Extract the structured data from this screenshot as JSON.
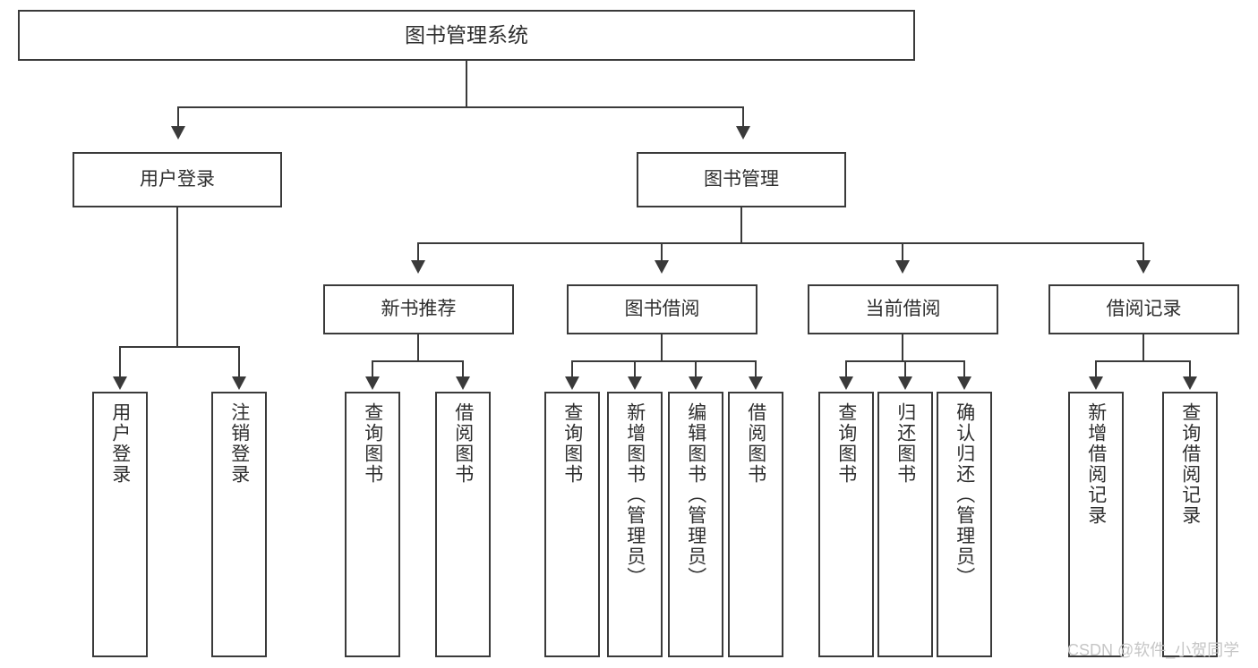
{
  "diagram": {
    "title": "图书管理系统",
    "type": "tree",
    "root": {
      "id": "root",
      "label": "图书管理系统",
      "orientation": "horizontal"
    },
    "level1": [
      {
        "id": "user-login",
        "label": "用户登录",
        "orientation": "horizontal"
      },
      {
        "id": "book-management",
        "label": "图书管理",
        "orientation": "horizontal"
      }
    ],
    "level2": [
      {
        "id": "new-book-recommend",
        "label": "新书推荐",
        "parent": "book-management",
        "orientation": "horizontal"
      },
      {
        "id": "book-borrow",
        "label": "图书借阅",
        "parent": "book-management",
        "orientation": "horizontal"
      },
      {
        "id": "current-borrow",
        "label": "当前借阅",
        "parent": "book-management",
        "orientation": "horizontal"
      },
      {
        "id": "borrow-record",
        "label": "借阅记录",
        "parent": "book-management",
        "orientation": "horizontal"
      }
    ],
    "leaves": [
      {
        "id": "leaf-user-login",
        "label": "用户登录",
        "parent": "user-login",
        "orientation": "vertical"
      },
      {
        "id": "leaf-user-logout",
        "label": "注销登录",
        "parent": "user-login",
        "orientation": "vertical"
      },
      {
        "id": "leaf-query-book-1",
        "label": "查询图书",
        "parent": "new-book-recommend",
        "orientation": "vertical"
      },
      {
        "id": "leaf-borrow-book-1",
        "label": "借阅图书",
        "parent": "new-book-recommend",
        "orientation": "vertical"
      },
      {
        "id": "leaf-query-book-2",
        "label": "查询图书",
        "parent": "book-borrow",
        "orientation": "vertical"
      },
      {
        "id": "leaf-add-book",
        "label": "新增图书（管理员）",
        "parent": "book-borrow",
        "orientation": "vertical"
      },
      {
        "id": "leaf-edit-book",
        "label": "编辑图书（管理员）",
        "parent": "book-borrow",
        "orientation": "vertical"
      },
      {
        "id": "leaf-borrow-book-2",
        "label": "借阅图书",
        "parent": "book-borrow",
        "orientation": "vertical"
      },
      {
        "id": "leaf-query-book-3",
        "label": "查询图书",
        "parent": "current-borrow",
        "orientation": "vertical"
      },
      {
        "id": "leaf-return-book",
        "label": "归还图书",
        "parent": "current-borrow",
        "orientation": "vertical"
      },
      {
        "id": "leaf-confirm-return",
        "label": "确认归还（管理员）",
        "parent": "current-borrow",
        "orientation": "vertical"
      },
      {
        "id": "leaf-add-borrow-record",
        "label": "新增借阅记录",
        "parent": "borrow-record",
        "orientation": "vertical"
      },
      {
        "id": "leaf-query-borrow-record",
        "label": "查询借阅记录",
        "parent": "borrow-record",
        "orientation": "vertical"
      }
    ],
    "colors": {
      "stroke": "#3a3a3a",
      "fill": "#ffffff",
      "text": "#2e2e2e",
      "watermark": "#c6c6c6"
    }
  },
  "watermark": {
    "text": "CSDN @软件_小贺同学"
  }
}
